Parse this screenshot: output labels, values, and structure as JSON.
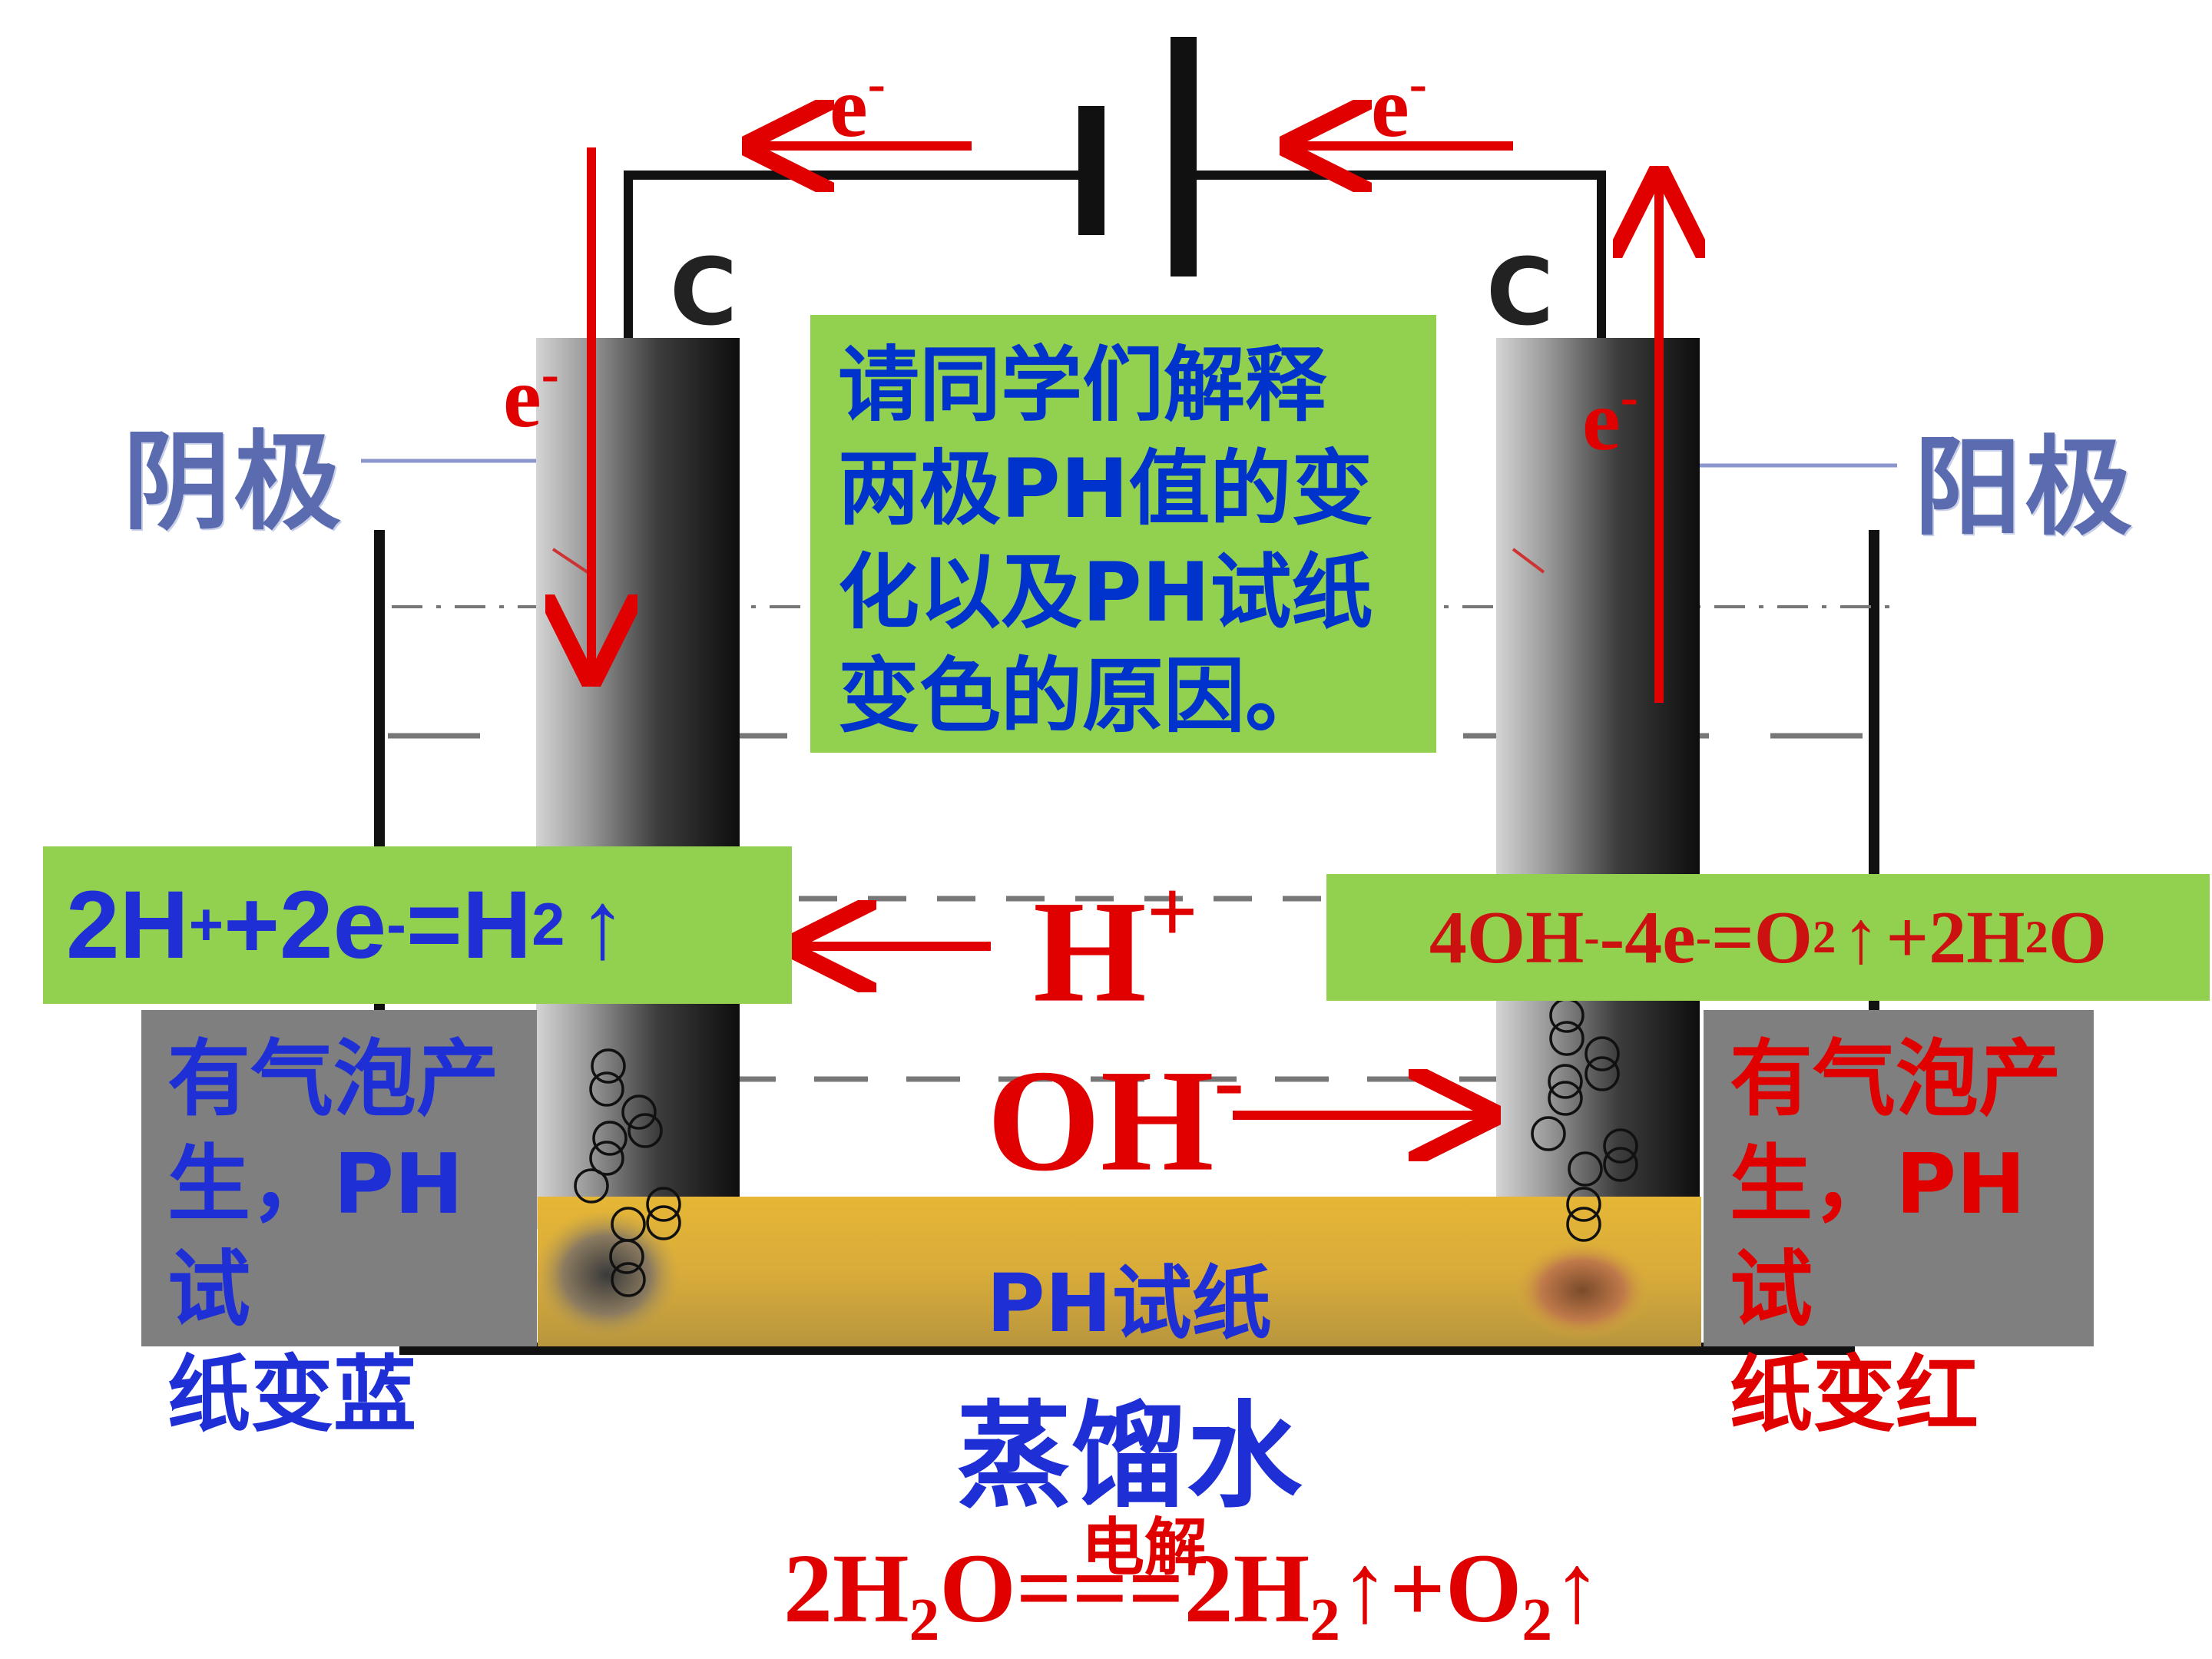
{
  "electrodes": {
    "cathode_label": "阴极",
    "anode_label": "阳极",
    "left_material": "C",
    "right_material": "C"
  },
  "electron_symbol": "e",
  "electron_charge": "-",
  "question_lines": [
    "请同学们解释",
    "两极PH值的变",
    "化以及PH试纸",
    "变色的原因。"
  ],
  "cathode_equation": {
    "p1": "2H",
    "sup1": "+",
    "p2": "+2e",
    "sup2": "-",
    "p3": "=H",
    "sub1": "2",
    "arrow": "↑"
  },
  "anode_equation": {
    "p1": "4OH",
    "sup1": "-",
    "p2": "-4e",
    "sup2": "-",
    "p3": "=O",
    "sub1": "2",
    "arrow": "↑",
    "p4": "+2H",
    "sub2": "2",
    "p5": "O"
  },
  "ions": {
    "h_plus": "H",
    "h_plus_charge": "+",
    "oh_minus": "OH",
    "oh_minus_charge": "-"
  },
  "observations": {
    "left_lines": [
      "有气泡产",
      "生，PH试",
      "纸变蓝"
    ],
    "right_lines": [
      "有气泡产",
      "生，PH试",
      "纸变红"
    ]
  },
  "ph_paper_label": "PH试纸",
  "solution_label": "蒸馏水",
  "overall_equation": {
    "condition": "电解",
    "p1": "2H",
    "sub1": "2",
    "p2": "O",
    "eq": "===",
    "p3": "2H",
    "sub2": "2",
    "arrow1": "↑",
    "p4": "+O",
    "sub3": "2",
    "arrow2": "↑"
  },
  "colors": {
    "annotation_red": "#e00000",
    "label_blue": "#1f2fd6",
    "question_box": "#92d050",
    "observation_box": "#7f7f7f"
  }
}
